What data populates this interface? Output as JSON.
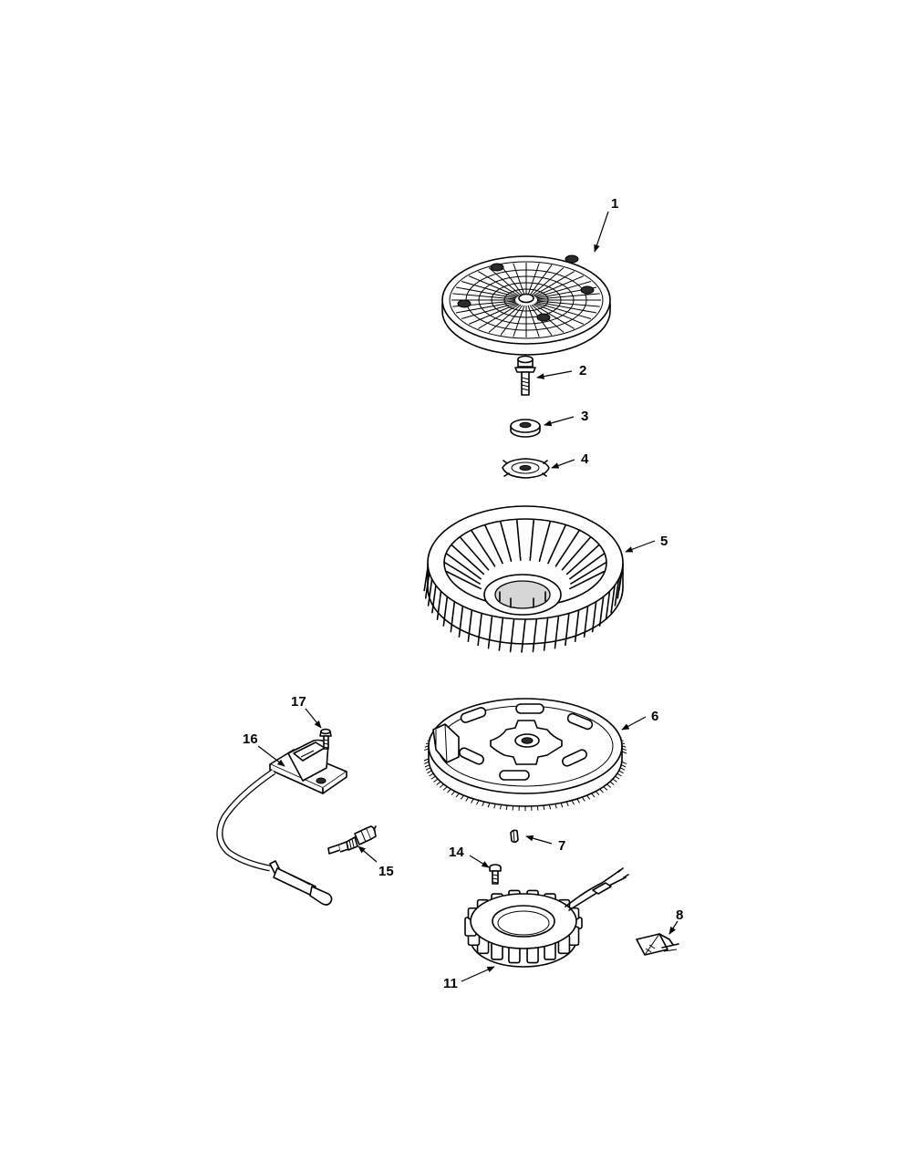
{
  "diagram": {
    "labels": {
      "p1": "1",
      "p2": "2",
      "p3": "3",
      "p4": "4",
      "p5": "5",
      "p6": "6",
      "p7": "7",
      "p8": "8",
      "p11": "11",
      "p14": "14",
      "p15": "15",
      "p16": "16",
      "p17": "17"
    }
  }
}
